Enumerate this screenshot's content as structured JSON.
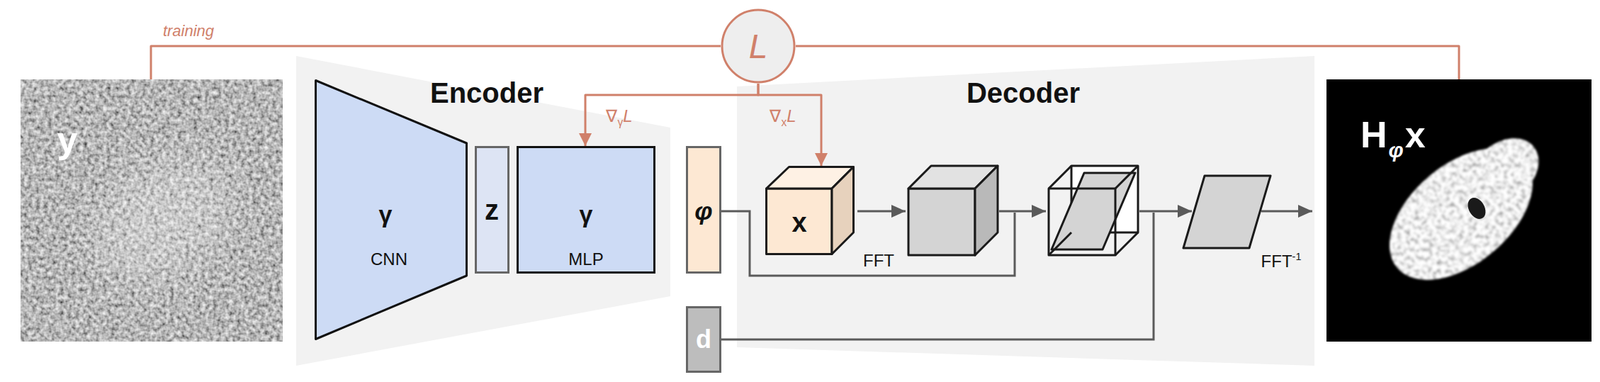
{
  "diagram": {
    "nodes": [
      {
        "text": [
          "y"
        ]
      },
      {
        "text": [
          "L"
        ]
      },
      {
        "text": [
          "Encoder"
        ]
      },
      {
        "text": [
          "γ",
          "CNN"
        ],
        "in": 2
      },
      {
        "text": [
          "z"
        ],
        "in": 2
      },
      {
        "text": [
          "γ",
          "MLP"
        ],
        "in": 2
      },
      {
        "text": [
          "φ"
        ]
      },
      {
        "text": [
          "d"
        ]
      },
      {
        "text": [
          "Decoder"
        ]
      },
      {
        "text": [
          "x"
        ],
        "in": 8
      },
      {
        "text": [
          "H",
          "φ",
          "x"
        ]
      }
    ],
    "edges": [
      {
        "from": 1,
        "to": 0,
        "arrow": "none"
      },
      {
        "from": 1,
        "to": 10,
        "arrow": "none"
      },
      {
        "from": 1,
        "to": 5,
        "arrow": "to"
      },
      {
        "from": 1,
        "to": 9,
        "arrow": "to"
      }
    ],
    "labels": [
      "training",
      "∇",
      "γ",
      "L",
      "∇",
      "x",
      "L",
      "FFT",
      "FFT",
      "-1"
    ]
  }
}
